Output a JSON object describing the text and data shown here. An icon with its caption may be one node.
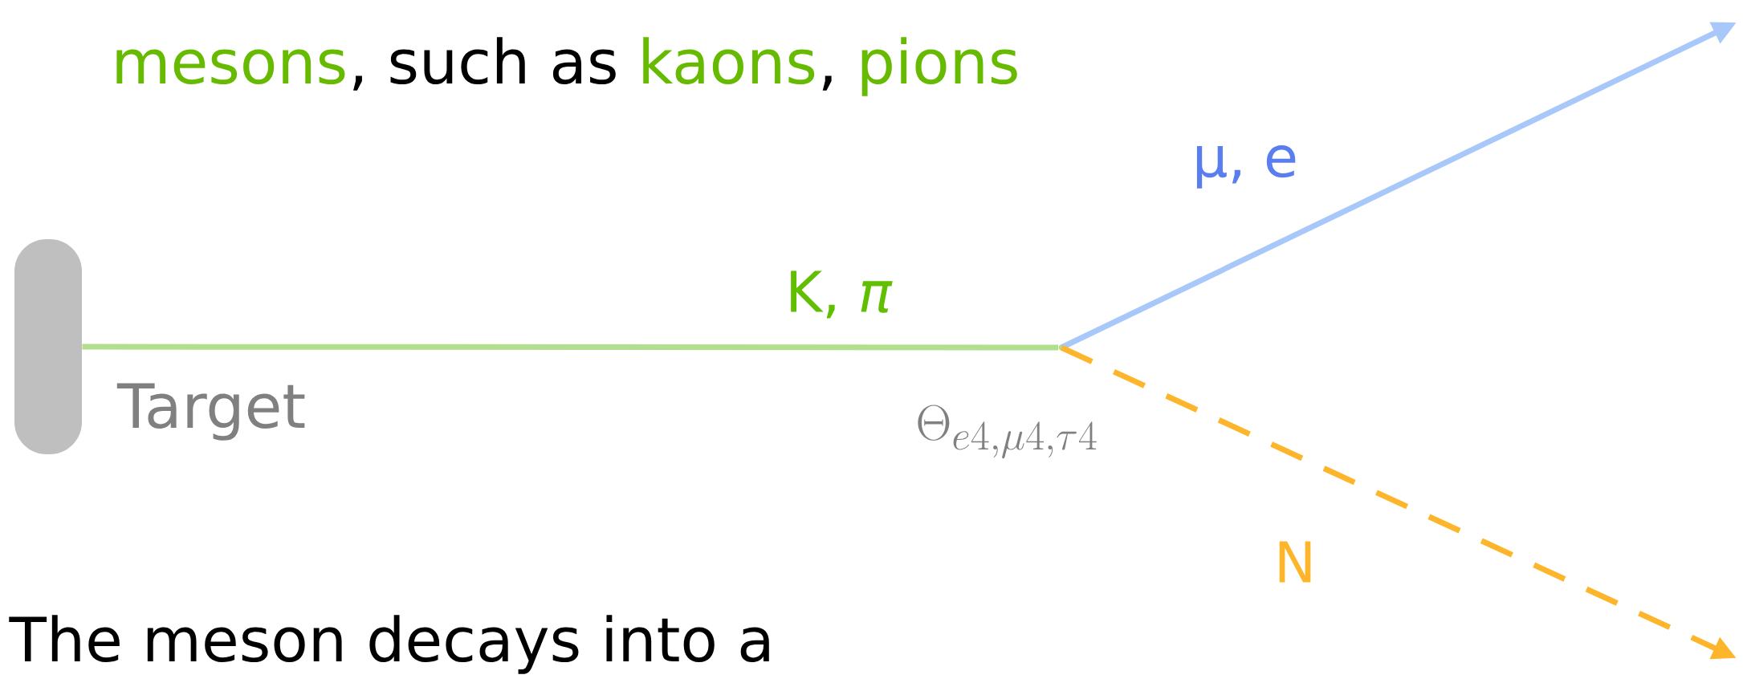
{
  "diagram": {
    "nodes": [
      {
        "text": [],
        "shape": "bar",
        "beside": [
          "Target"
        ]
      },
      {
        "text": [],
        "shape": "point"
      }
    ],
    "edges": [
      {
        "from": 0,
        "to": 1,
        "arrow": "none",
        "label": "K, *π*",
        "color": "#b2df8e"
      },
      {
        "from": 1,
        "to": null,
        "arrow": "to",
        "label": "μ, e",
        "color": "#a9c8fa"
      },
      {
        "from": 1,
        "to": null,
        "arrow": "to",
        "label": "N",
        "style": "dashed",
        "color": "#fdb52b"
      }
    ],
    "labels": [
      "mesons",
      ", such as",
      "kaons",
      ",",
      "pions",
      "\\Theta_{e4,\\mu4,\\tau4}",
      "The meson decays into a"
    ]
  }
}
